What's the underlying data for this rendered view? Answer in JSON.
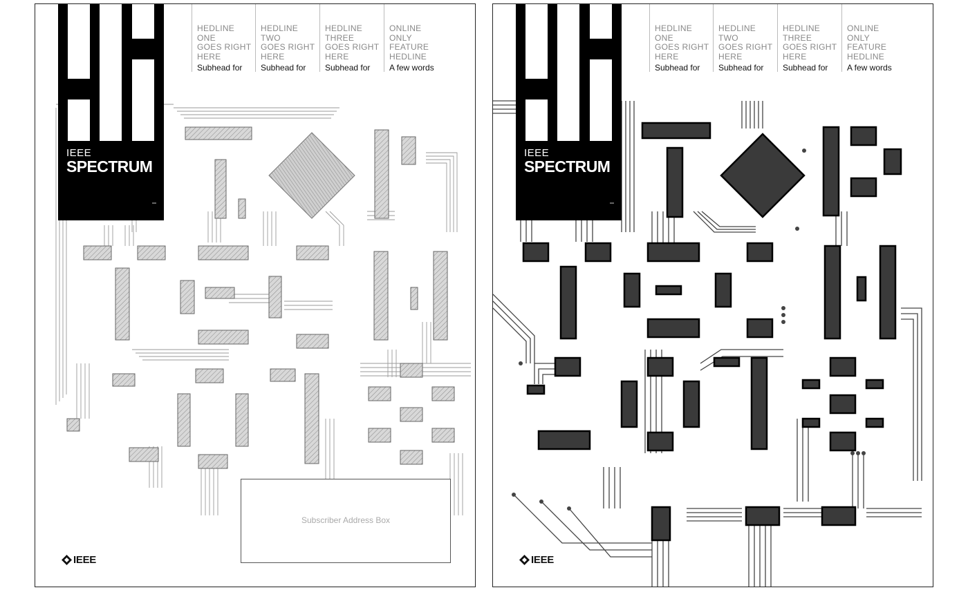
{
  "covers": [
    {
      "id": "sketch",
      "masthead": {
        "org": "IEEE",
        "title": "SPECTRUM"
      },
      "headlines": [
        {
          "title": "HEDLINE\nONE\nGOES RIGHT\nHERE",
          "subhead": "Subhead for"
        },
        {
          "title": "HEDLINE\nTWO\nGOES RIGHT\nHERE",
          "subhead": "Subhead for"
        },
        {
          "title": "HEDLINE\nTHREE\nGOES RIGHT\nHERE",
          "subhead": "Subhead for"
        },
        {
          "title": "ONLINE\nONLY\nFEATURE\nHEDLINE",
          "subhead": "A few words"
        }
      ],
      "address_box": "Subscriber Address Box",
      "logo": "IEEE"
    },
    {
      "id": "final",
      "masthead": {
        "org": "IEEE",
        "title": "SPECTRUM"
      },
      "headlines": [
        {
          "title": "HEDLINE\nONE\nGOES RIGHT\nHERE",
          "subhead": "Subhead for"
        },
        {
          "title": "HEDLINE\nTWO\nGOES RIGHT\nHERE",
          "subhead": "Subhead for"
        },
        {
          "title": "HEDLINE\nTHREE\nGOES RIGHT\nHERE",
          "subhead": "Subhead for"
        },
        {
          "title": "ONLINE\nONLY\nFEATURE\nHEDLINE",
          "subhead": "A few words"
        }
      ],
      "logo": "IEEE"
    }
  ],
  "colors": {
    "chip_fill_sketch": "#bdbdbd",
    "chip_fill_final": "#3a3a3a",
    "trace": "#555555",
    "ink": "#000000"
  }
}
